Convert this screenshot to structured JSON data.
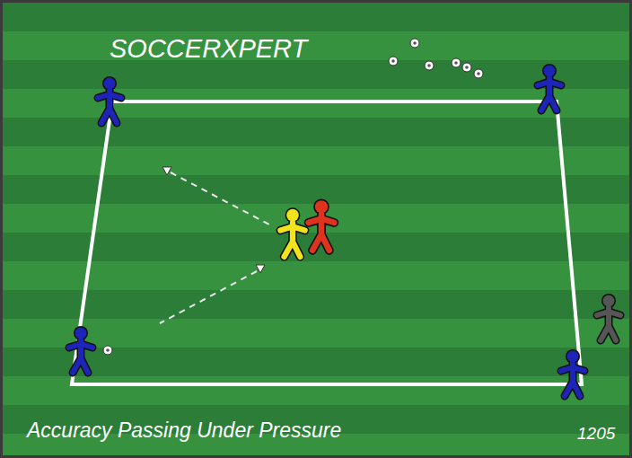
{
  "diagram": {
    "caption": "Accuracy Passing Under Pressure",
    "labels": [
      "SOCCERXPERT",
      "1205"
    ]
  }
}
